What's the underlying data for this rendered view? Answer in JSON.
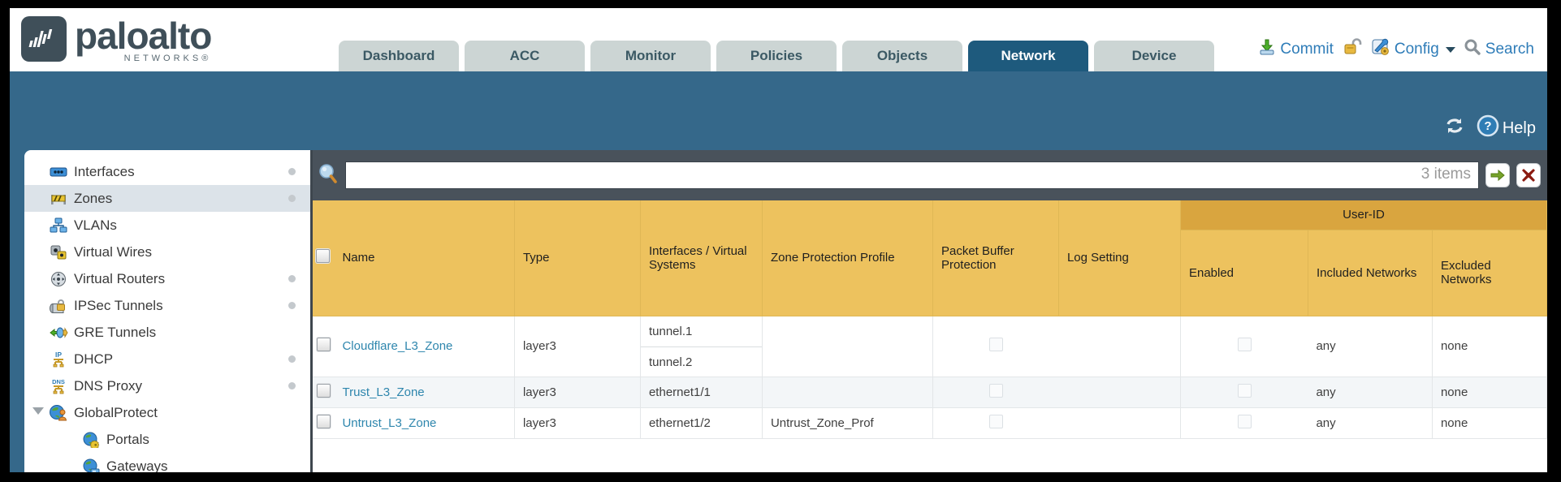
{
  "colors": {
    "teal_band": "#35688a",
    "active_tab": "#1e5a7d",
    "inactive_tab": "#ccd5d4",
    "gold_header": "#edc25e",
    "gold_group_header": "#d9a53f",
    "slate_filter_bar": "#49525b",
    "link_blue": "#2e86ad",
    "action_blue": "#2e7cb8"
  },
  "header": {
    "logo": {
      "brand": "paloalto",
      "sub": "NETWORKS®"
    },
    "tabs": [
      {
        "label": "Dashboard"
      },
      {
        "label": "ACC"
      },
      {
        "label": "Monitor"
      },
      {
        "label": "Policies"
      },
      {
        "label": "Objects"
      },
      {
        "label": "Network"
      },
      {
        "label": "Device"
      }
    ],
    "actions": {
      "commit": "Commit",
      "config": "Config",
      "search": "Search"
    }
  },
  "band": {
    "help": "Help"
  },
  "sidebar": {
    "items": [
      {
        "label": "Interfaces"
      },
      {
        "label": "Zones"
      },
      {
        "label": "VLANs"
      },
      {
        "label": "Virtual Wires"
      },
      {
        "label": "Virtual Routers"
      },
      {
        "label": "IPSec Tunnels"
      },
      {
        "label": "GRE Tunnels"
      },
      {
        "label": "DHCP"
      },
      {
        "label": "DNS Proxy"
      },
      {
        "label": "GlobalProtect"
      },
      {
        "label": "Portals"
      },
      {
        "label": "Gateways"
      }
    ]
  },
  "filterbar": {
    "items_count": "3 items",
    "filter_value": ""
  },
  "table": {
    "group_header": "User-ID",
    "columns": [
      "Name",
      "Type",
      "Interfaces / Virtual Systems",
      "Zone Protection Profile",
      "Packet Buffer Protection",
      "Log Setting",
      "Enabled",
      "Included Networks",
      "Excluded Networks"
    ],
    "rows": [
      {
        "name": "Cloudflare_L3_Zone",
        "type": "layer3",
        "interfaces": [
          "tunnel.1",
          "tunnel.2"
        ],
        "zone_protection_profile": "",
        "log_setting": "",
        "included_networks": "any",
        "excluded_networks": "none"
      },
      {
        "name": "Trust_L3_Zone",
        "type": "layer3",
        "interfaces": [
          "ethernet1/1"
        ],
        "zone_protection_profile": "",
        "log_setting": "",
        "included_networks": "any",
        "excluded_networks": "none"
      },
      {
        "name": "Untrust_L3_Zone",
        "type": "layer3",
        "interfaces": [
          "ethernet1/2"
        ],
        "zone_protection_profile": "Untrust_Zone_Prof",
        "log_setting": "",
        "included_networks": "any",
        "excluded_networks": "none"
      }
    ]
  }
}
